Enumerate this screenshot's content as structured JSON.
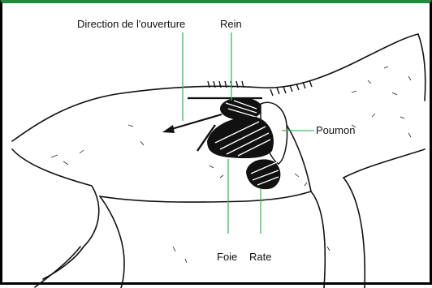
{
  "labels": {
    "direction": "Direction de l'ouverture",
    "rein": "Rein",
    "poumon": "Poumon",
    "foie": "Foie",
    "rate": "Rate"
  },
  "colors": {
    "frame_top": "#1e8c3c",
    "leader": "#3cb85a",
    "ink": "#111111"
  }
}
